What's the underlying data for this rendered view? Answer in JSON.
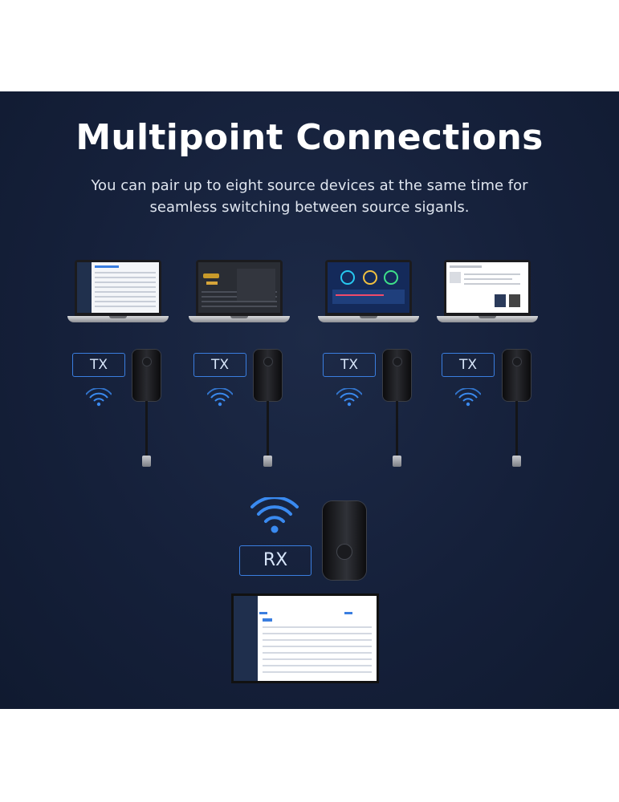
{
  "header": {
    "title": "Multipoint Connections",
    "subtitle_line1": "You can pair up to eight source devices at the same time for",
    "subtitle_line2": "seamless switching between source siganls."
  },
  "transmitters": [
    {
      "label": "TX",
      "screen": "admin-table"
    },
    {
      "label": "TX",
      "screen": "dark-dashboard"
    },
    {
      "label": "TX",
      "screen": "monitoring-dashboard"
    },
    {
      "label": "TX",
      "screen": "web-page"
    }
  ],
  "receiver": {
    "label": "RX"
  },
  "colors": {
    "background": "#15203a",
    "accent_blue": "#3a7ee0",
    "text": "#ffffff"
  },
  "icons": {
    "tx_signal": "wifi-broadcast-icon",
    "rx_signal": "wifi-icon"
  }
}
